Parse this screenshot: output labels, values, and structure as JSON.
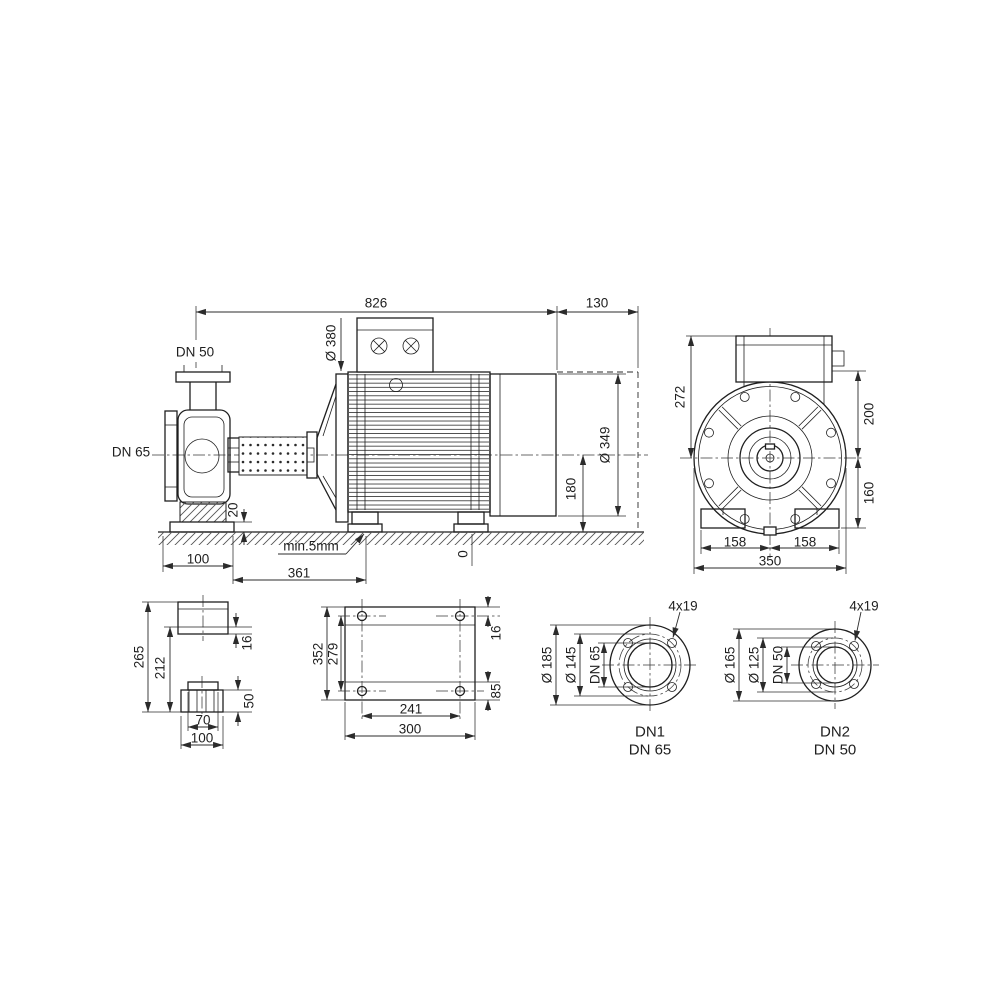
{
  "drawing": {
    "background": "#ffffff",
    "line_color": "#1f1f1f",
    "side_view": {
      "overall_length": "826",
      "dismantling_space": "130",
      "discharge_flange_label": "DN 50",
      "suction_flange_label": "DN 65",
      "adapter_diameter": "Ø 380",
      "motor_diameter": "Ø 349",
      "shaft_height": "180",
      "foot_plate_thickness": "20",
      "grout_note": "min.5mm",
      "foot_offset": "100",
      "foot_spacing": "361",
      "datum": "0"
    },
    "end_view": {
      "height_above_centerline": "272",
      "terminal_box_height": "200",
      "foot_height": "160",
      "foot_half_left": "158",
      "foot_half_right": "158",
      "overall_width": "350"
    },
    "pump_foot_view": {
      "overall_height": "265",
      "pedestal_height": "212",
      "plate_thickness": "16",
      "base_height": "50",
      "slot_width": "70",
      "base_width": "100"
    },
    "baseplate_view": {
      "overall_length": "352",
      "hole_pitch_length": "279",
      "hole_edge_distance": "16",
      "rail_width": "85",
      "hole_pitch_width": "241",
      "overall_width": "300"
    },
    "flange_dn1": {
      "bolt_holes": "4x19",
      "outer_diameter": "Ø 185",
      "bolt_circle_diameter": "Ø 145",
      "nominal_bore": "DN 65",
      "caption_line1": "DN1",
      "caption_line2": "DN 65"
    },
    "flange_dn2": {
      "bolt_holes": "4x19",
      "outer_diameter": "Ø 165",
      "bolt_circle_diameter": "Ø 125",
      "nominal_bore": "DN 50",
      "caption_line1": "DN2",
      "caption_line2": "DN 50"
    }
  }
}
